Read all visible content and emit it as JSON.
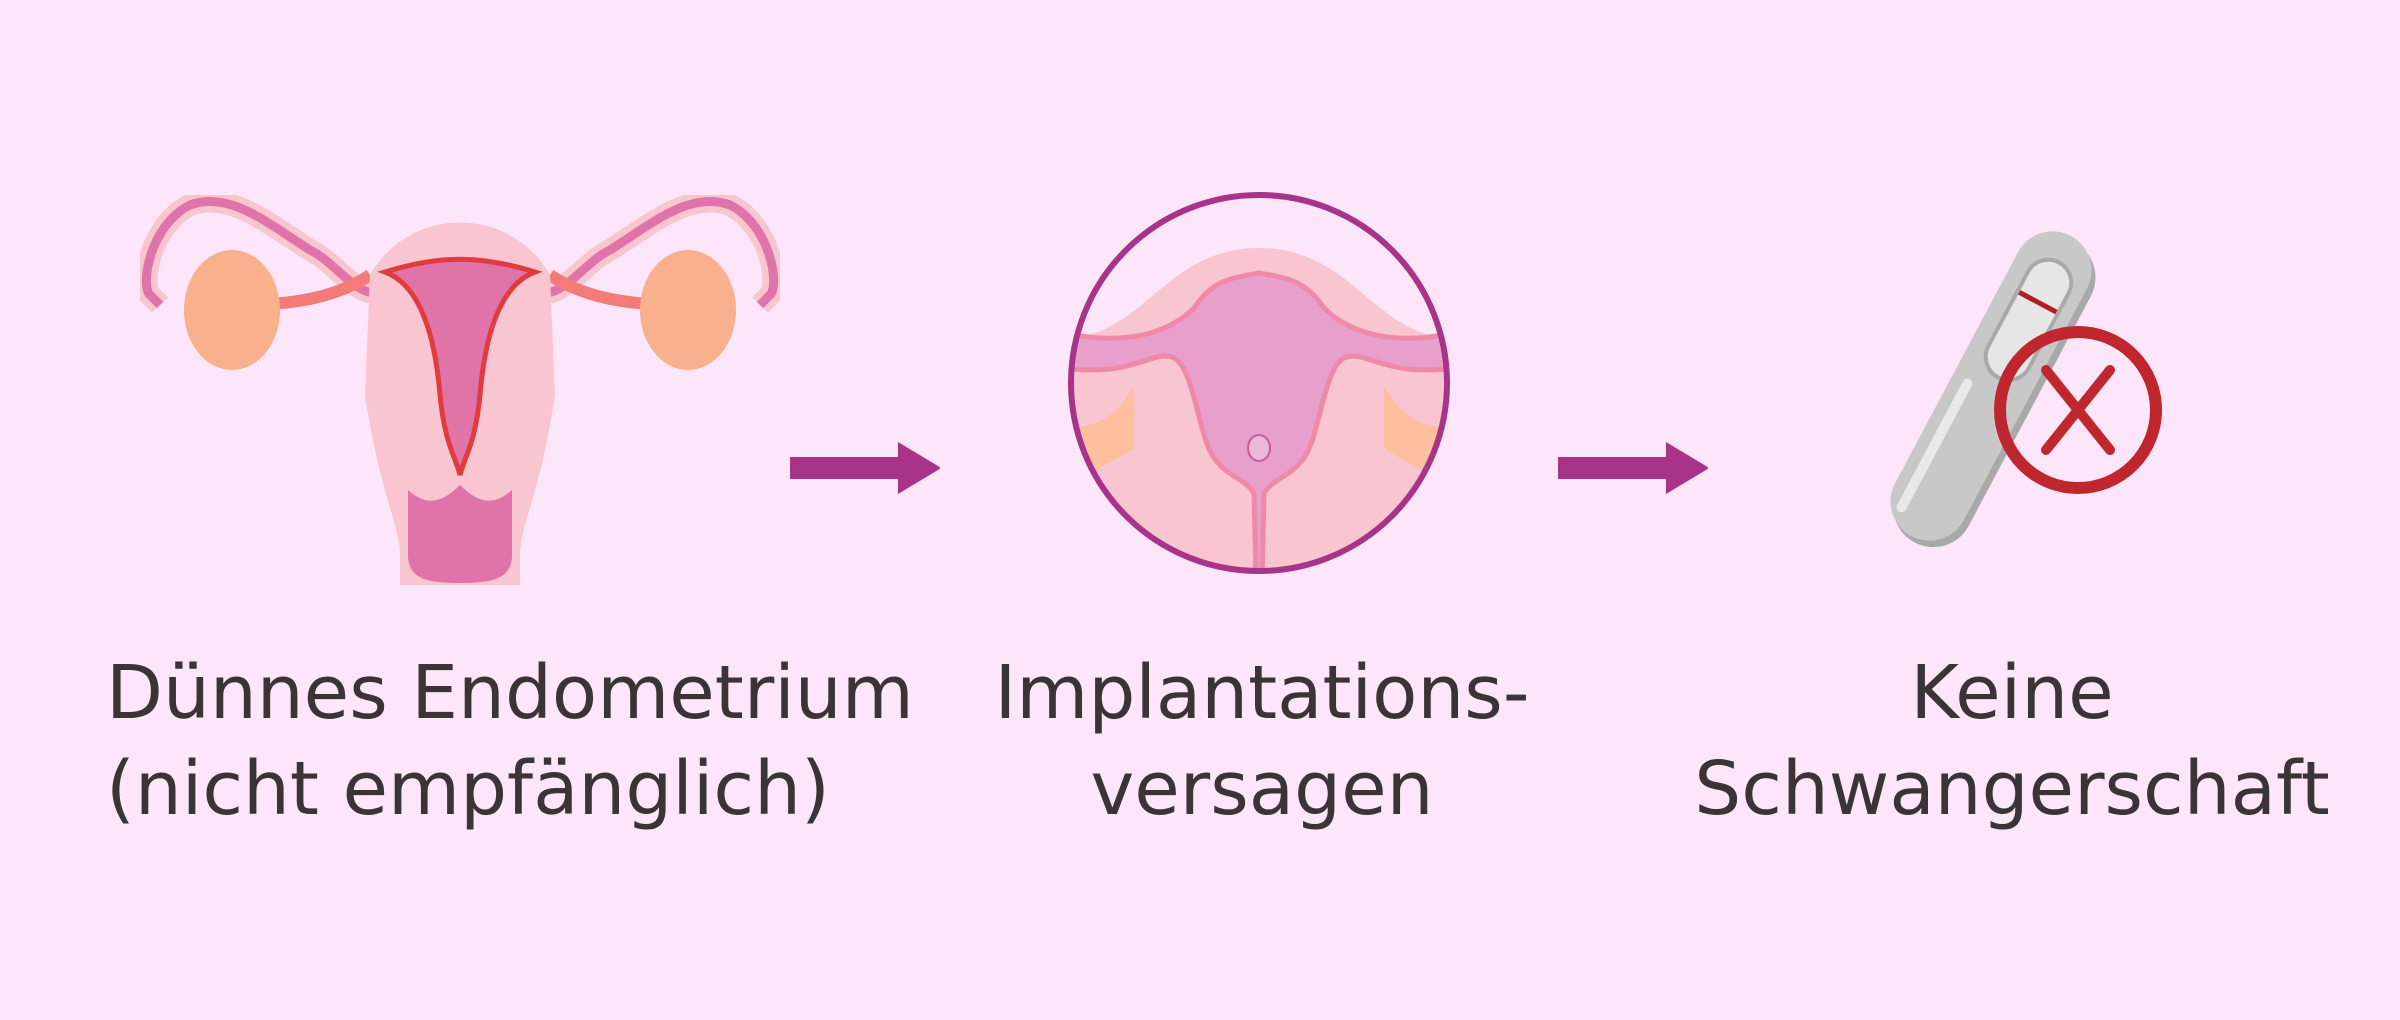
{
  "steps": [
    {
      "line1": "Dünnes Endometrium",
      "line2": "(nicht empfänglich)"
    },
    {
      "line1": "Implantations-",
      "line2": "versagen"
    },
    {
      "line1": "Keine",
      "line2": "Schwangerschaft"
    }
  ],
  "colors": {
    "background": "#fde6f9",
    "arrow": "#a8348a",
    "uterus_outer": "#f8c5d0",
    "uterus_inner": "#e073a8",
    "endometrium": "#e03c40",
    "ovary": "#f9b08c",
    "cross": "#c0262e",
    "test": "#c8c8c8"
  }
}
